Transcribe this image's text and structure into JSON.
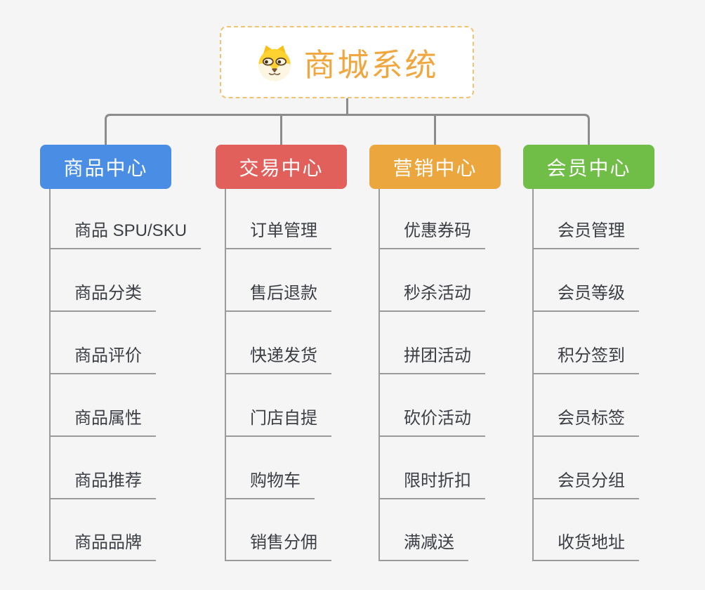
{
  "root": {
    "title": "商城系统",
    "icon": "dog-face-icon",
    "accent_color": "#f0a73f",
    "border_color": "#f2c270"
  },
  "connector_color": "#8c8c8c",
  "branches": [
    {
      "title": "商品中心",
      "color": "#4a8de4",
      "items": [
        "商品 SPU/SKU",
        "商品分类",
        "商品评价",
        "商品属性",
        "商品推荐",
        "商品品牌"
      ]
    },
    {
      "title": "交易中心",
      "color": "#e2605b",
      "items": [
        "订单管理",
        "售后退款",
        "快递发货",
        "门店自提",
        "购物车",
        "销售分佣"
      ]
    },
    {
      "title": "营销中心",
      "color": "#eba63e",
      "items": [
        "优惠券码",
        "秒杀活动",
        "拼团活动",
        "砍价活动",
        "限时折扣",
        "满减送"
      ]
    },
    {
      "title": "会员中心",
      "color": "#70bd47",
      "items": [
        "会员管理",
        "会员等级",
        "积分签到",
        "会员标签",
        "会员分组",
        "收货地址"
      ]
    }
  ]
}
